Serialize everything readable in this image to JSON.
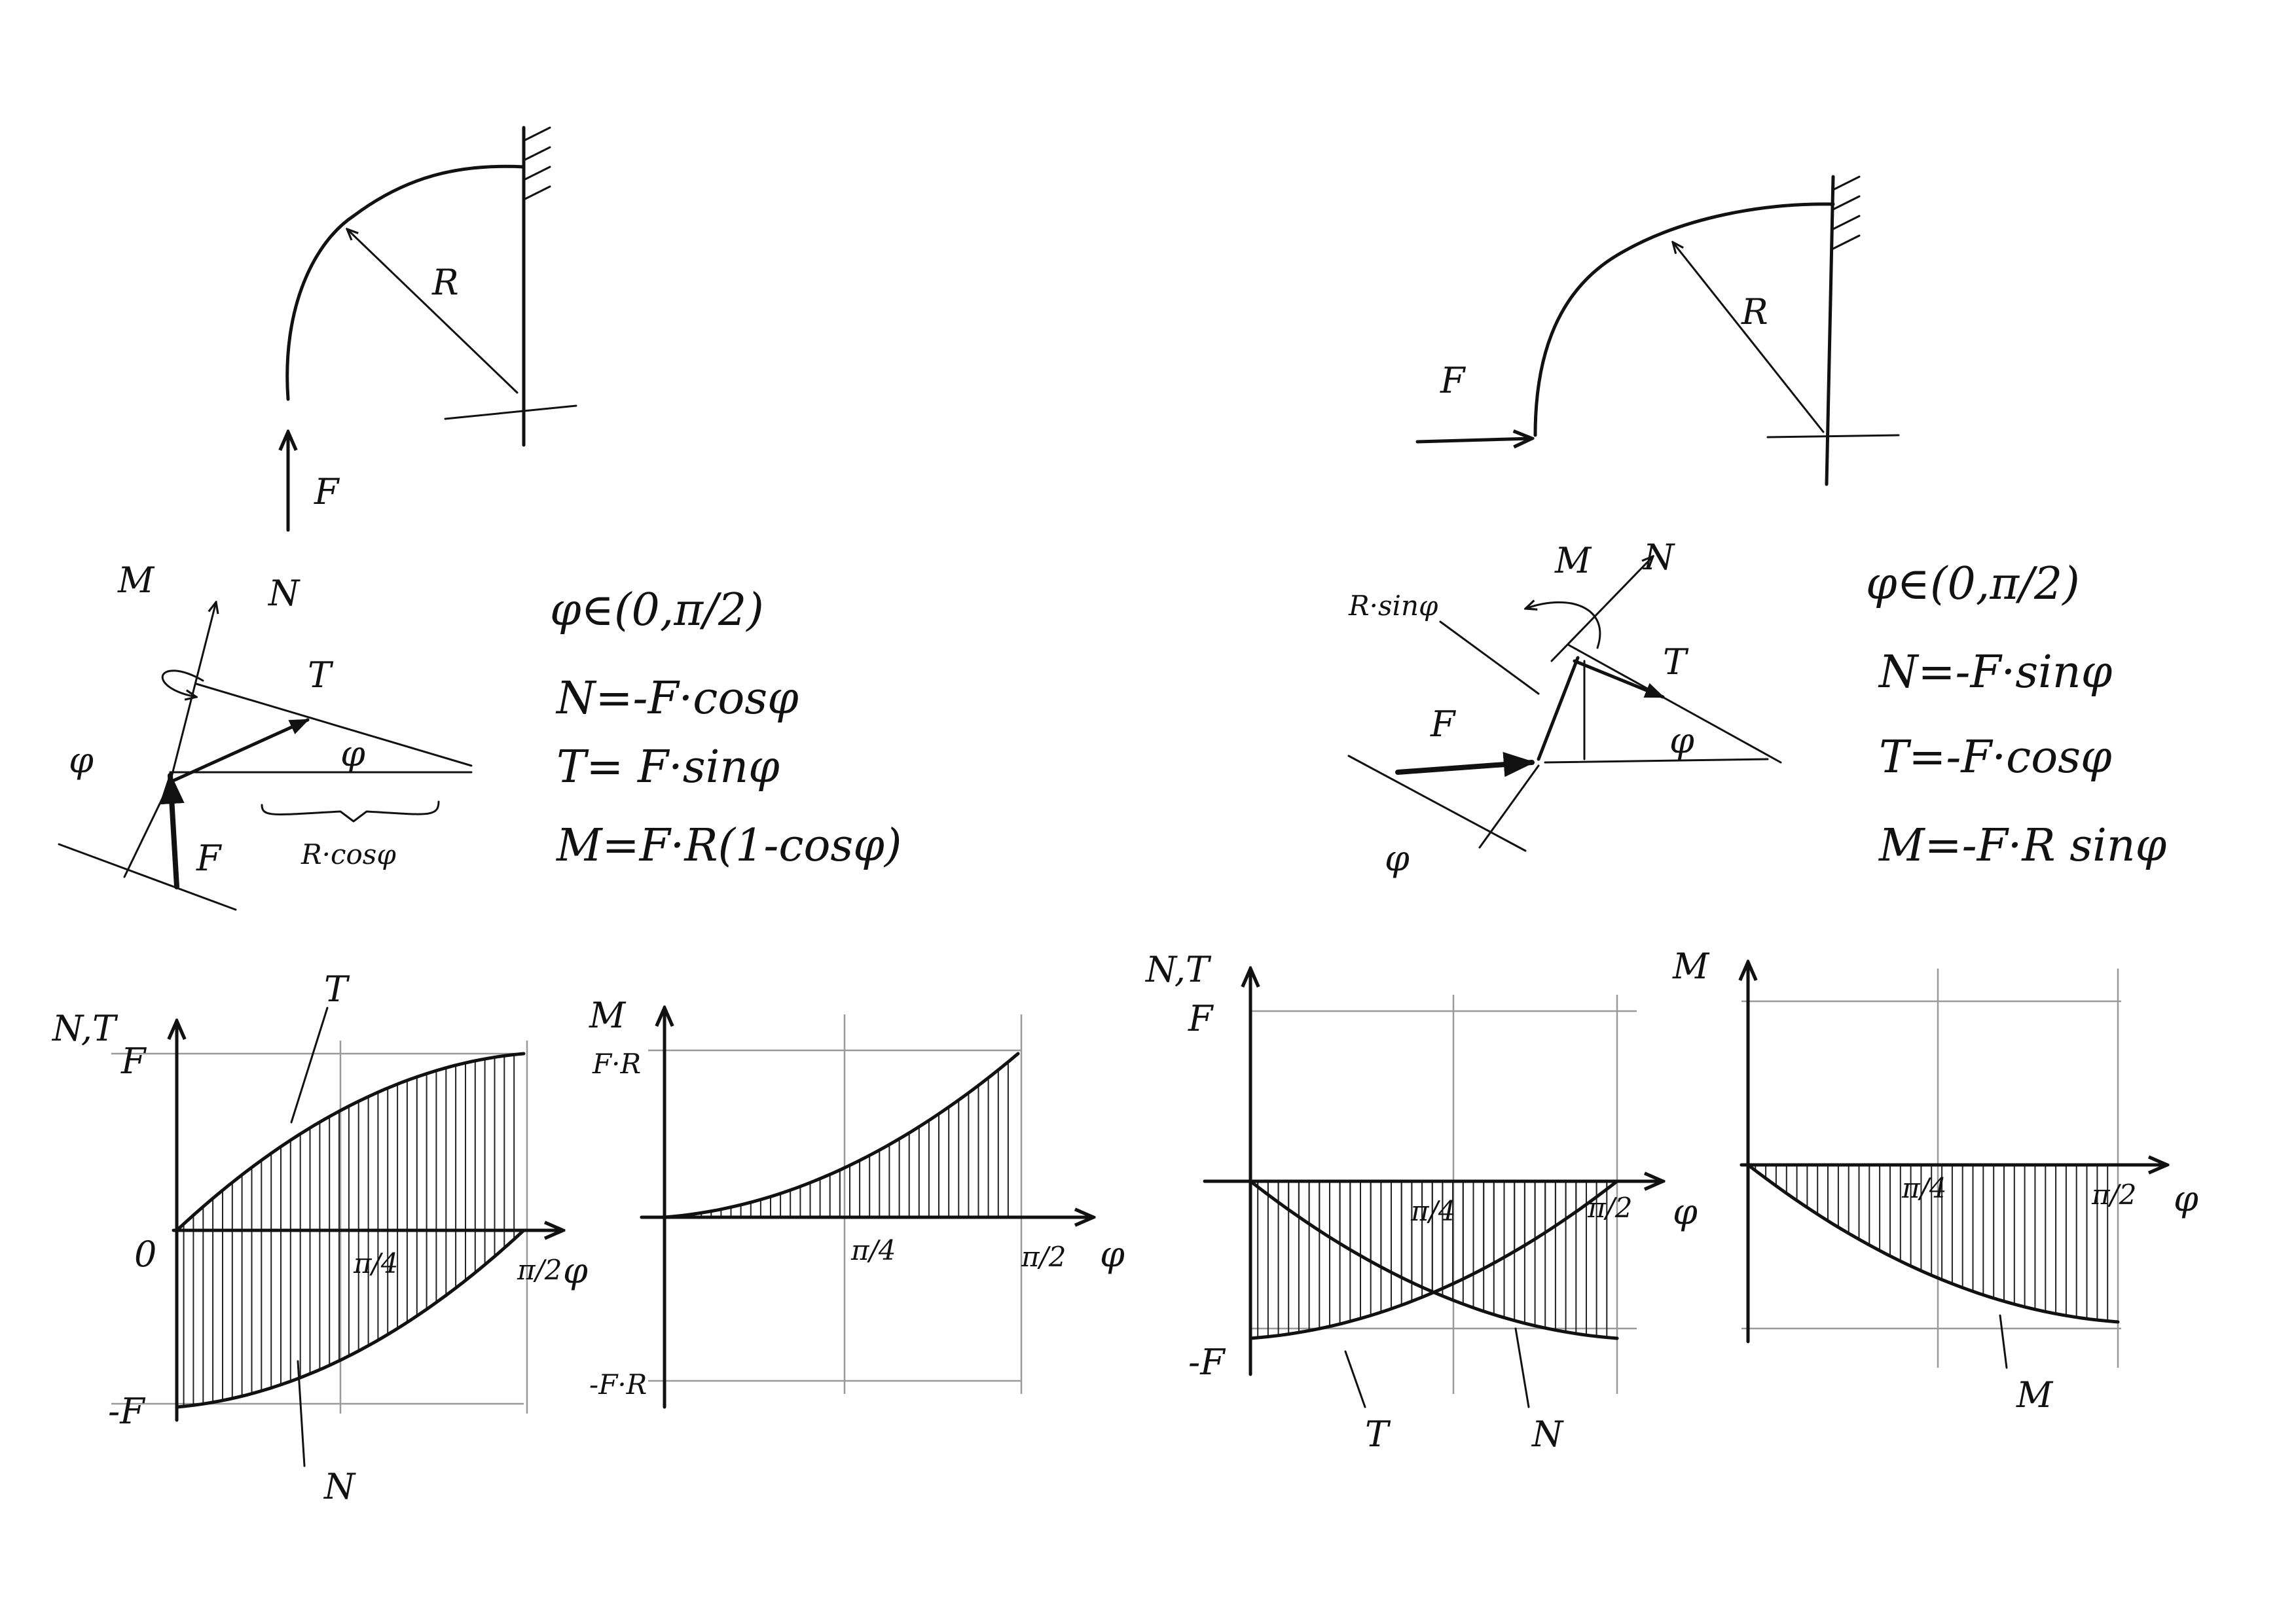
{
  "left": {
    "sketch": {
      "R": "R",
      "F": "F"
    },
    "fbd": {
      "M": "M",
      "N": "N",
      "T": "T",
      "F": "F",
      "phi": "φ",
      "phi2": "φ",
      "Rcos": "R·cosφ"
    },
    "equations": {
      "domain": "φ∈(0,π/2)",
      "N": "N=-F·cosφ",
      "T": "T= F·sinφ",
      "M": "M=F·R(1-cosφ)"
    },
    "chartNT": {
      "ylabel": "N,T",
      "xlabel": "φ",
      "tickF": "F",
      "tickNegF": "-F",
      "origin": "0",
      "tickPi4": "π/4",
      "tickPi2": "π/2",
      "curveT": "T",
      "curveN": "N"
    },
    "chartM": {
      "ylabel": "M",
      "xlabel": "φ",
      "tickFR": "F·R",
      "tickNegFR": "-F·R",
      "tickPi4": "π/4",
      "tickPi2": "π/2"
    }
  },
  "right": {
    "sketch": {
      "R": "R",
      "F": "F"
    },
    "fbd": {
      "M": "M",
      "N": "N",
      "T": "T",
      "F": "F",
      "phi": "φ",
      "phi2": "φ",
      "Rsin": "R·sinφ"
    },
    "equations": {
      "domain": "φ∈(0,π/2)",
      "N": "N=-F·sinφ",
      "T": "T=-F·cosφ",
      "M": "M=-F·R sinφ"
    },
    "chartNT": {
      "ylabel": "N,T",
      "xlabel": "φ",
      "tickF": "F",
      "tickNegF": "-F",
      "tickPi4": "π/4",
      "tickPi2": "π/2",
      "curveT": "T",
      "curveN": "N"
    },
    "chartM": {
      "ylabel": "M",
      "xlabel": "φ",
      "tickPi4": "π/4",
      "tickPi2": "π/2",
      "curveM": "M"
    }
  },
  "chart_data": [
    {
      "type": "line",
      "x": [
        "0",
        "π/4",
        "π/2"
      ],
      "series": [
        {
          "name": "T",
          "values": [
            0,
            0.707,
            1
          ]
        },
        {
          "name": "N",
          "values": [
            -1,
            -0.707,
            0
          ]
        }
      ],
      "xlabel": "φ",
      "ylabel": "N,T",
      "ylim": [
        -1,
        1
      ]
    },
    {
      "type": "area",
      "x": [
        "0",
        "π/4",
        "π/2"
      ],
      "series": [
        {
          "name": "M",
          "values": [
            0,
            0.293,
            1
          ]
        }
      ],
      "xlabel": "φ",
      "ylabel": "M",
      "ylim": [
        -1,
        1
      ]
    },
    {
      "type": "line",
      "x": [
        "0",
        "π/4",
        "π/2"
      ],
      "series": [
        {
          "name": "N",
          "values": [
            0,
            -0.707,
            -1
          ]
        },
        {
          "name": "T",
          "values": [
            -1,
            -0.707,
            0
          ]
        }
      ],
      "xlabel": "φ",
      "ylabel": "N,T",
      "ylim": [
        -1,
        1
      ]
    },
    {
      "type": "area",
      "x": [
        "0",
        "π/4",
        "π/2"
      ],
      "series": [
        {
          "name": "M",
          "values": [
            0,
            -0.707,
            -1
          ]
        }
      ],
      "xlabel": "φ",
      "ylabel": "M",
      "ylim": [
        -1,
        0.2
      ]
    }
  ]
}
